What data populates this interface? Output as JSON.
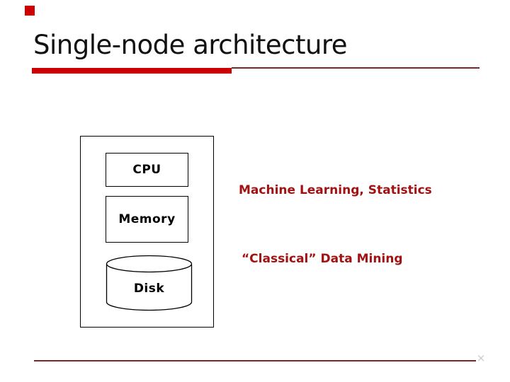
{
  "slide": {
    "title": "Single-node architecture",
    "diagram": {
      "labels": {
        "cpu": "CPU",
        "memory": "Memory",
        "disk": "Disk"
      }
    },
    "annotations": {
      "machine_learning": "Machine Learning, Statistics",
      "classical_mining": "“Classical” Data Mining"
    },
    "decorations": {
      "bottom_x_mark": "×"
    }
  },
  "colors": {
    "accent_red": "#cc0000",
    "dark_red_text": "#a21212",
    "maroon_line": "#7f2626",
    "title_black": "#111111",
    "faint_mark_gray": "#c9c9c9",
    "diagram_stroke": "#000000"
  }
}
